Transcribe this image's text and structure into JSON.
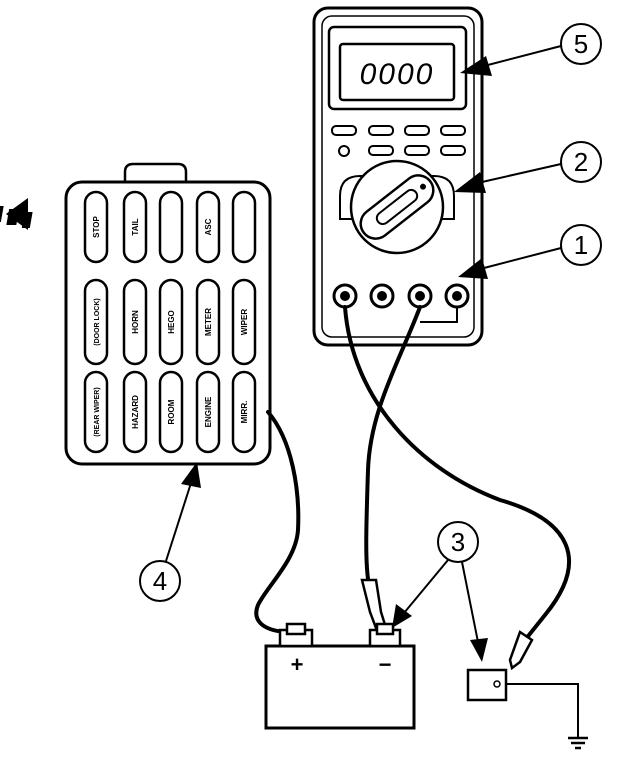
{
  "meter": {
    "display": "0000"
  },
  "fuse_box": {
    "rows": [
      [
        "STOP",
        "TAIL",
        "",
        "ASC",
        ""
      ],
      [
        "(DOOR LOCK)",
        "HORN",
        "HEGO",
        "METER",
        "WIPER"
      ],
      [
        "(REAR WIPER)",
        "HAZARD",
        "ROOM",
        "ENGINE",
        "MIRR."
      ]
    ]
  },
  "battery": {
    "positive_sign": "+",
    "negative_sign": "−"
  },
  "callouts": {
    "c1": "1",
    "c2": "2",
    "c3": "3",
    "c4": "4",
    "c5": "5"
  },
  "colors": {
    "ink": "#000000",
    "paper": "#ffffff"
  }
}
